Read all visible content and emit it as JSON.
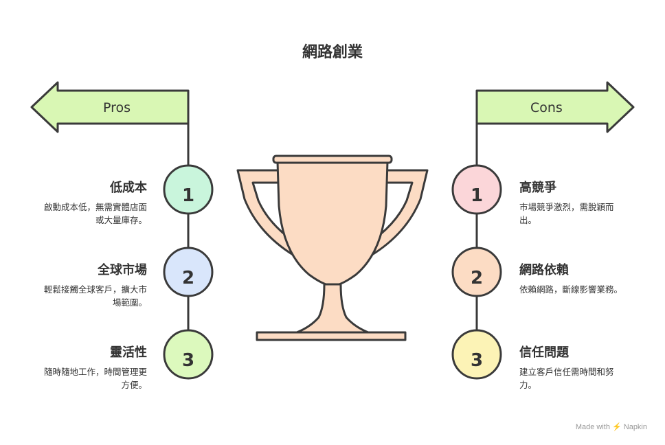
{
  "title": "網路創業",
  "pros": {
    "label": "Pros",
    "items": [
      {
        "number": "1",
        "title": "低成本",
        "desc": "啟動成本低，無需實體店面或大量庫存。",
        "color": "#c9f5dc"
      },
      {
        "number": "2",
        "title": "全球市場",
        "desc": "輕鬆接觸全球客戶，擴大市場範圍。",
        "color": "#d9e6fb"
      },
      {
        "number": "3",
        "title": "靈活性",
        "desc": "隨時隨地工作，時間管理更方便。",
        "color": "#dcf9bd"
      }
    ]
  },
  "cons": {
    "label": "Cons",
    "items": [
      {
        "number": "1",
        "title": "高競爭",
        "desc": "市場競爭激烈，需脫穎而出。",
        "color": "#fbd6d9"
      },
      {
        "number": "2",
        "title": "網路依賴",
        "desc": "依賴網路，斷線影響業務。",
        "color": "#fcdcc4"
      },
      {
        "number": "3",
        "title": "信任問題",
        "desc": "建立客戶信任需時間和努力。",
        "color": "#fcf3b6"
      }
    ]
  },
  "colors": {
    "arrow_fill": "#d9f7b4",
    "trophy_fill": "#fcdcc4",
    "stroke": "#3a3a3a"
  },
  "footer": "Made with ⚡ Napkin"
}
